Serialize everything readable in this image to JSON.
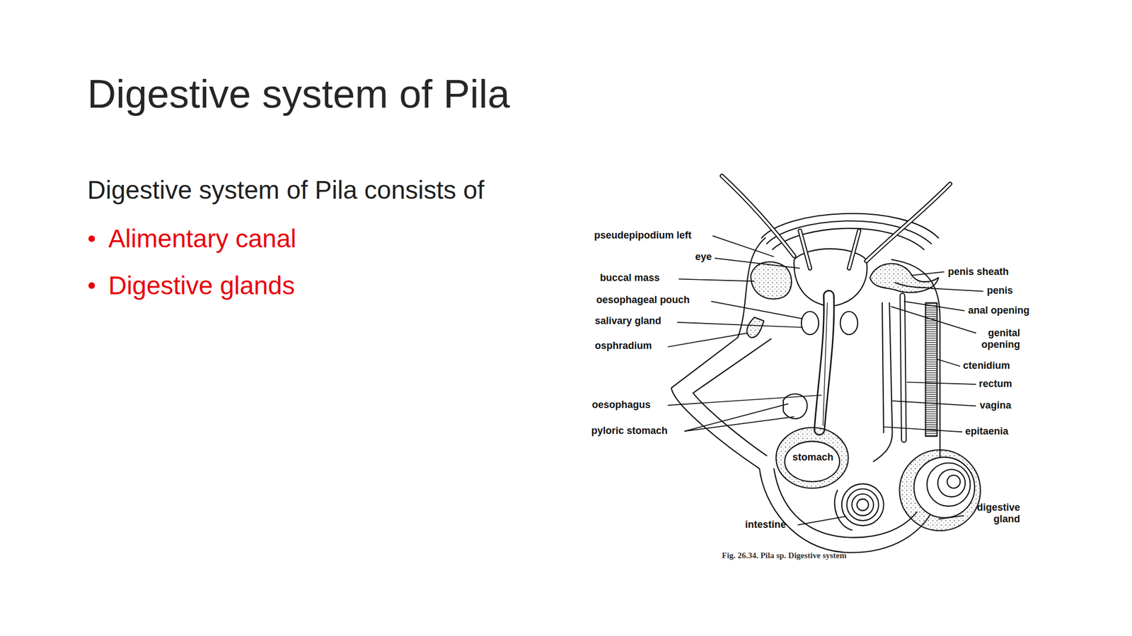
{
  "diagram": {
    "title": "Digestive system of Pila",
    "caption": "Fig. 26.34. Pila sp. Digestive system",
    "labels": [
      "Digestive system of Pila consists of",
      "Alimentary canal",
      "Digestive glands",
      "pseudepipodium left",
      "eye",
      "buccal mass",
      "oesophageal pouch",
      "salivary gland",
      "osphradium",
      "oesophagus",
      "pyloric stomach",
      "stomach",
      "intestine",
      "penis sheath",
      "penis",
      "anal opening",
      "genital opening",
      "ctenidium",
      "rectum",
      "vagina",
      "epitaenia",
      "digestive gland"
    ]
  }
}
